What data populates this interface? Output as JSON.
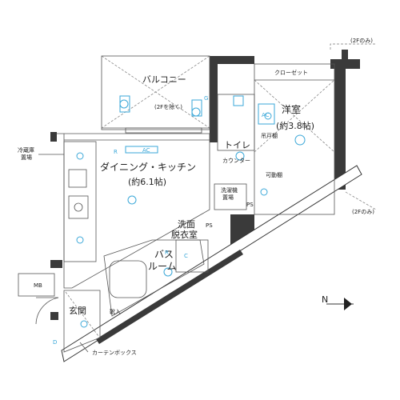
{
  "rooms": {
    "balcony": "バルコニー",
    "balcony_note": "(2Fを除く)",
    "closet": "クローゼット",
    "western_room": "洋室",
    "western_size": "(約3.8帖)",
    "toilet": "トイレ",
    "dining_kitchen": "ダイニング・キッチン",
    "dk_size": "(約6.1帖)",
    "washroom_line1": "洗面",
    "washroom_line2": "脱衣室",
    "bath_line1": "バス",
    "bath_line2": "ルーム",
    "entrance": "玄関"
  },
  "labels": {
    "fridge_line1": "冷蔵庫",
    "fridge_line2": "置場",
    "counter": "カウンター",
    "hanging_shelf": "吊戸棚",
    "movable_shelf": "可動棚",
    "washer_line1": "洗濯機",
    "washer_line2": "置場",
    "shoe_box": "靴入",
    "curtain_box": "カーテンボックス",
    "mb": "MB",
    "ps": "PS",
    "two_f_only_top": "(2Fのみ)",
    "two_f_only_right": "(2Fのみ)"
  },
  "symbols": {
    "ac": "AC",
    "g": "G",
    "r": "R",
    "c": "C",
    "d": "D",
    "north": "N"
  },
  "icons": [
    "compass-icon",
    "light-icon",
    "outlet-icon",
    "door-swing-icon"
  ]
}
